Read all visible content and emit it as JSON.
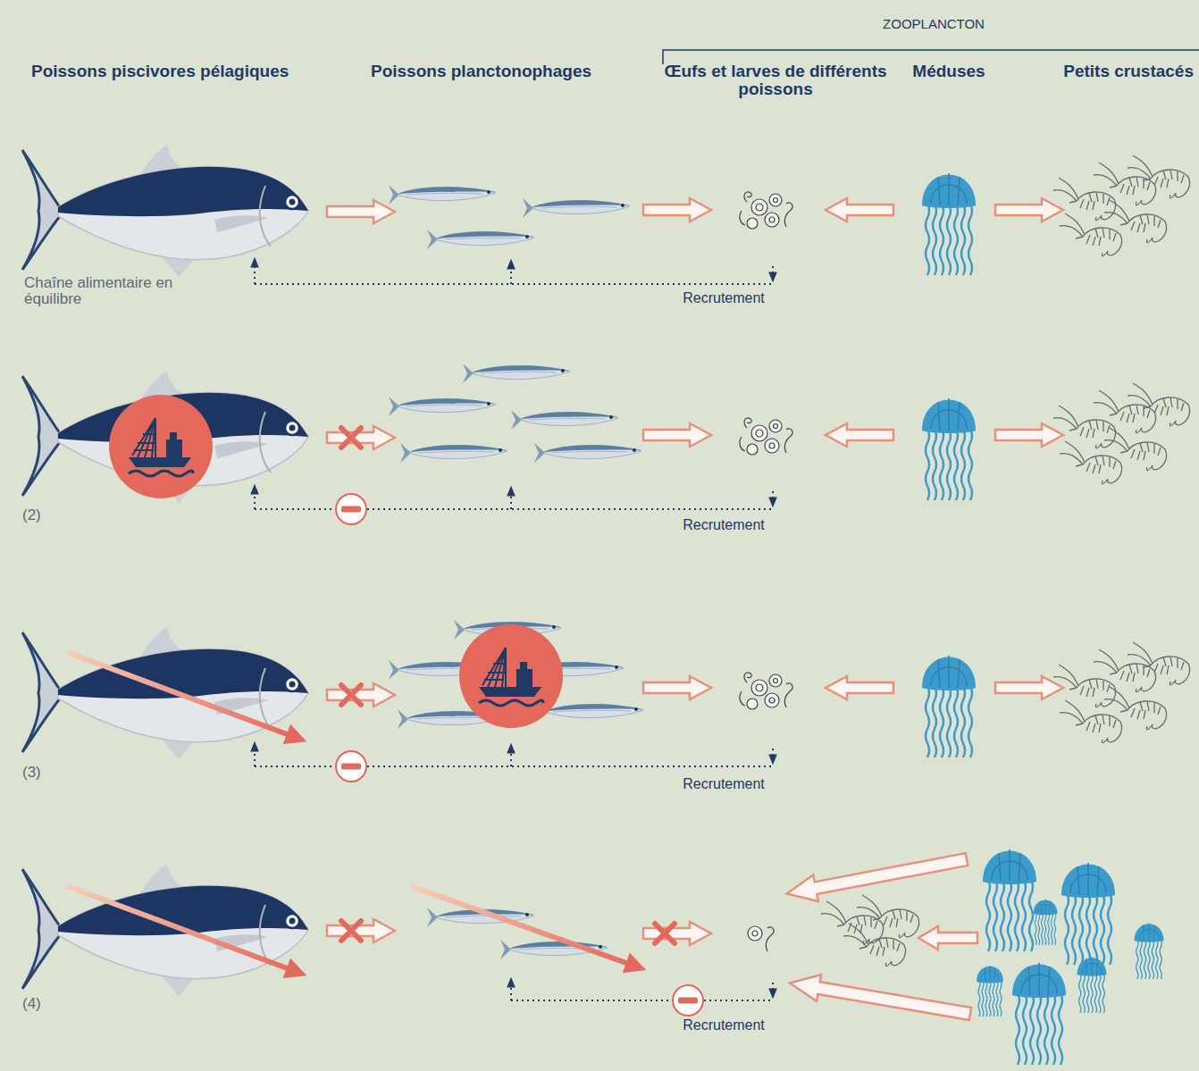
{
  "diagram": {
    "labels": [
      "ZOOPLANCTON",
      "Poissons piscivores pélagiques",
      "Poissons planctonophages",
      "Œufs et larves de différents poissons",
      "Méduses",
      "Petits crustacés",
      "Chaîne alimentaire en équilibre",
      "Recrutement",
      "(2)",
      "Recrutement",
      "(3)",
      "Recrutement",
      "(4)",
      "Recrutement"
    ]
  }
}
